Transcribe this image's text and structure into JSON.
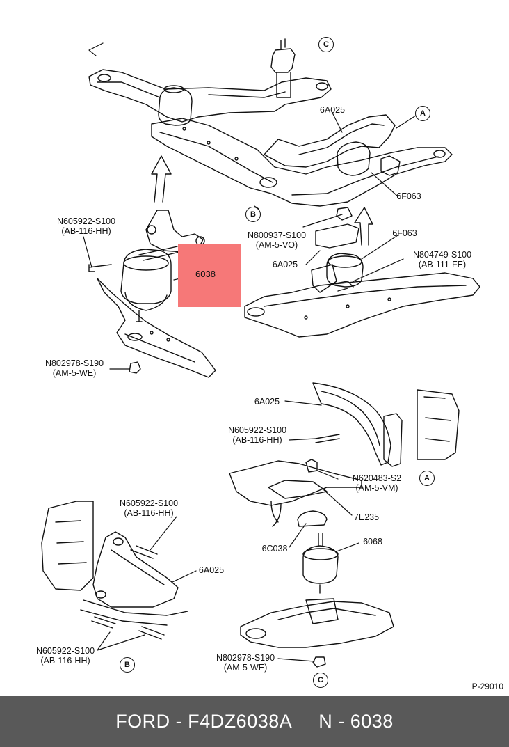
{
  "highlight": {
    "label": "6038",
    "color": "#f67878"
  },
  "labels": {
    "l_n605922_top": {
      "line1": "N605922-S100",
      "line2": "(AB-116-HH)"
    },
    "l_n802978_left": {
      "line1": "N802978-S190",
      "line2": "(AM-5-WE)"
    },
    "l_6a025_top": {
      "line1": "6A025"
    },
    "l_6f063_a": {
      "line1": "6F063"
    },
    "l_n800937": {
      "line1": "N800937-S100",
      "line2": "(AM-5-VO)"
    },
    "l_6a025_mid": {
      "line1": "6A025"
    },
    "l_6f063_b": {
      "line1": "6F063"
    },
    "l_n804749": {
      "line1": "N804749-S100",
      "line2": "(AB-111-FE)"
    },
    "l_6a025_right": {
      "line1": "6A025"
    },
    "l_n605922_right": {
      "line1": "N605922-S100",
      "line2": "(AB-116-HH)"
    },
    "l_n620483": {
      "line1": "N620483-S2",
      "line2": "(AM-5-VM)"
    },
    "l_7e235": {
      "line1": "7E235"
    },
    "l_6c038": {
      "line1": "6C038"
    },
    "l_6068": {
      "line1": "6068"
    },
    "l_n802978_right": {
      "line1": "N802978-S190",
      "line2": "(AM-5-WE)"
    },
    "l_n605922_bl_top": {
      "line1": "N605922-S100",
      "line2": "(AB-116-HH)"
    },
    "l_6a025_bl": {
      "line1": "6A025"
    },
    "l_n605922_bl_bot": {
      "line1": "N605922-S100",
      "line2": "(AB-116-HH)"
    }
  },
  "callouts": {
    "c_top_c": "C",
    "c_top_a": "A",
    "c_top_b": "B",
    "c_right_a": "A",
    "c_bottom_b": "B",
    "c_bottom_c": "C"
  },
  "figure_id": "P-29010",
  "footer": {
    "brand_part": "FORD - F4DZ6038A",
    "ref": "N - 6038",
    "background": "#595959",
    "text_color": "#ffffff"
  }
}
